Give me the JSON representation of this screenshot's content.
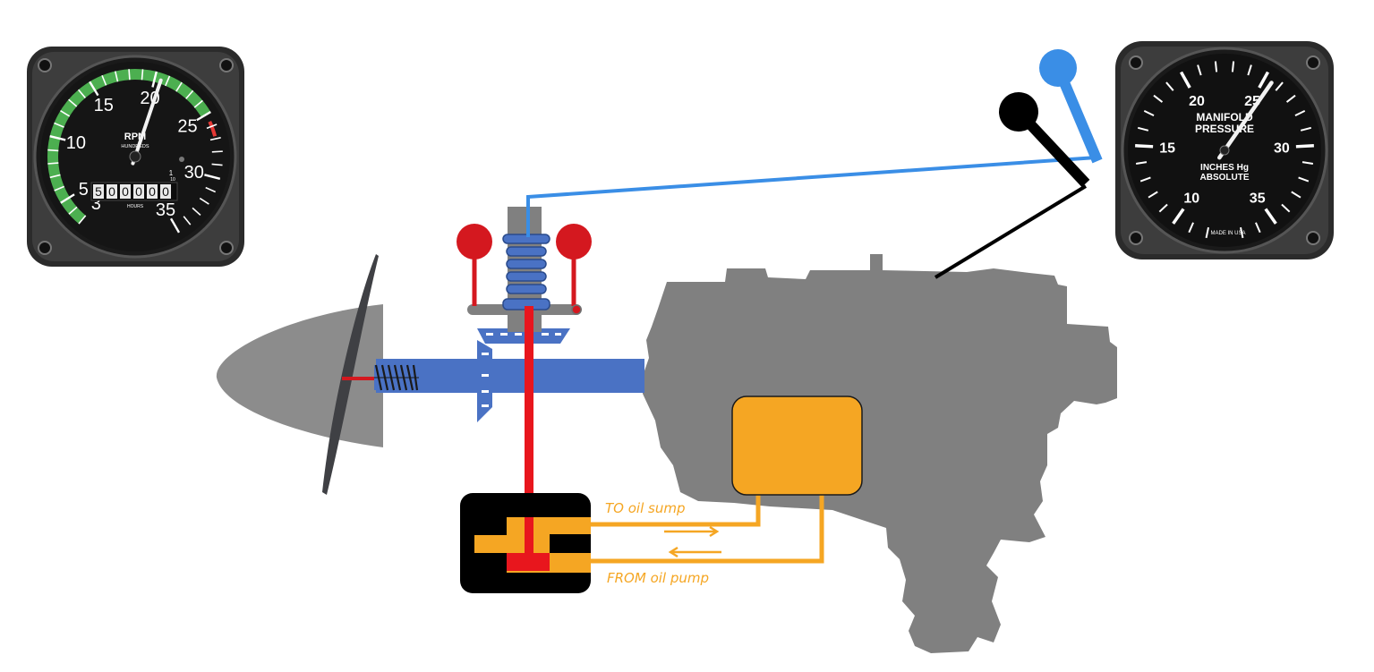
{
  "tachometer": {
    "scale_numbers": [
      "3",
      "5",
      "10",
      "15",
      "20",
      "25",
      "30",
      "35"
    ],
    "title": "RPM",
    "subtitle": "HUNDREDS",
    "counter_digits": [
      "5",
      "0",
      "0",
      "0",
      "0",
      "0"
    ],
    "counter_label": "HOURS",
    "counter_fraction_top": "1",
    "counter_fraction_bottom": "10",
    "needle_value": 20.5,
    "green_arc_range": [
      3,
      25
    ],
    "red_line_value": 26
  },
  "manifold_gauge": {
    "title_line1": "MANIFOLD",
    "title_line2": "PRESSURE",
    "unit_line1": "INCHES Hg",
    "unit_line2": "ABSOLUTE",
    "maker": "MADE IN USA",
    "scale_numbers": [
      "10",
      "15",
      "20",
      "25",
      "30",
      "35"
    ],
    "needle_value": 25.5
  },
  "oil_labels": {
    "to_sump": "TO oil sump",
    "from_pump": "FROM oil pump"
  },
  "colors": {
    "control_cable": "#3a8ee6",
    "throttle_lever": "#000000",
    "flyweights": "#d4181f",
    "shaft": "#4a72c4",
    "oil": "#f5a623",
    "engine": "#808080",
    "spinner": "#8c8c8c",
    "blade": "#3f4044"
  }
}
